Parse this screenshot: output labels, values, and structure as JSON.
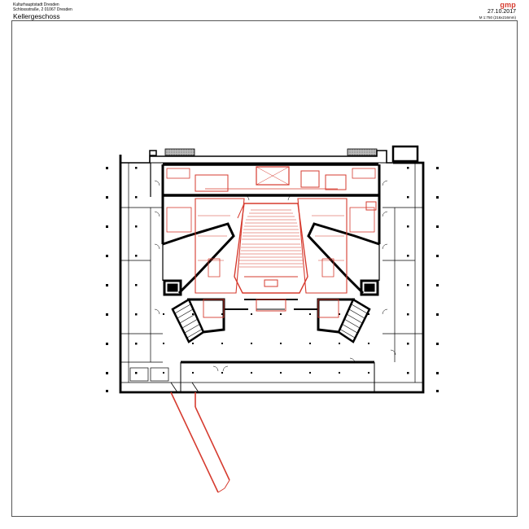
{
  "header": {
    "project": "Kulturhauptstadt Dresden",
    "address": "Schlossstraße, 2 01067 Dresden",
    "sheet_title": "Kellergeschoss"
  },
  "titleblock": {
    "logo": "gmp",
    "date": "27.10.2017",
    "scale": "M 1:750 (216x216mm)"
  },
  "colors": {
    "walls": "#000000",
    "new_elements": "#d63b2f",
    "frame": "#555555",
    "hatch": "#9a9a9a"
  }
}
